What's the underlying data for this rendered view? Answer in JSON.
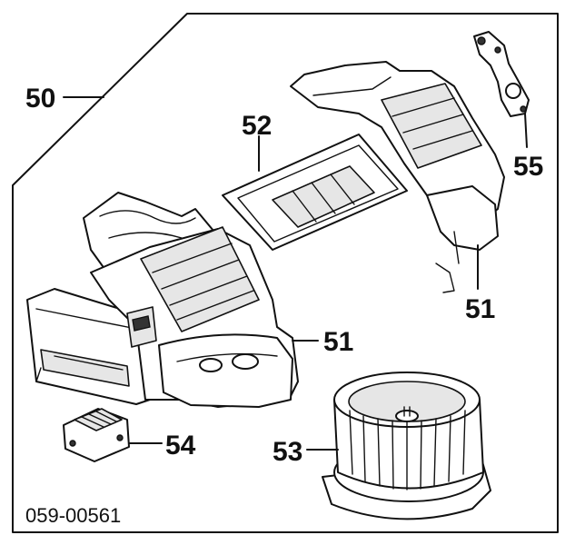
{
  "diagram": {
    "callouts": {
      "c50": "50",
      "c52": "52",
      "c55": "55",
      "c51a": "51",
      "c51b": "51",
      "c54": "54",
      "c53": "53"
    },
    "code": "059-00561"
  }
}
